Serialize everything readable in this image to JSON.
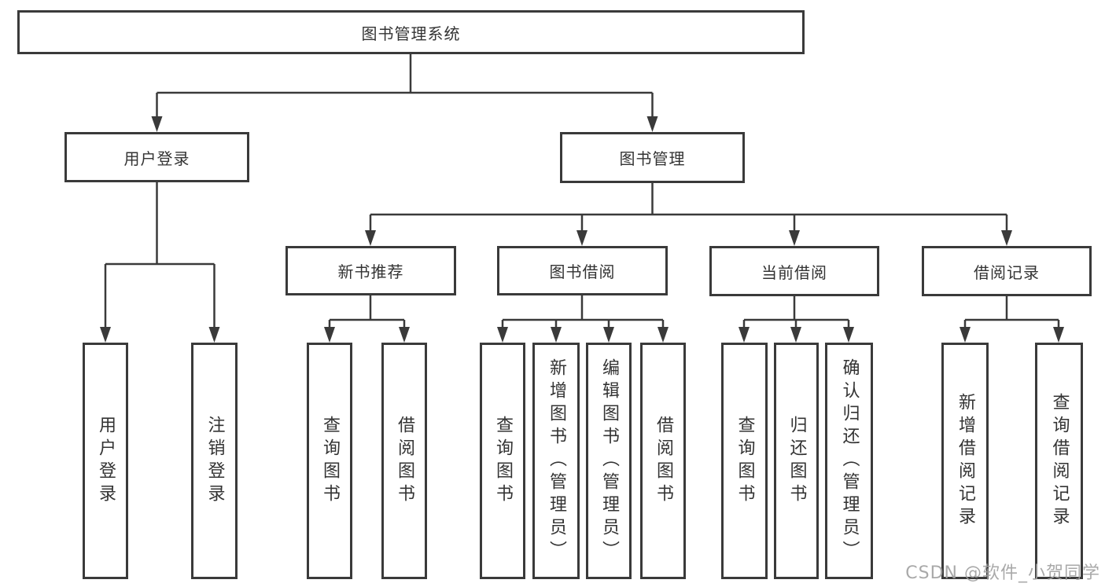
{
  "diagram": {
    "root": {
      "label": "图书管理系统"
    },
    "level2": {
      "user_login": {
        "label": "用户登录"
      },
      "book_mgmt": {
        "label": "图书管理"
      }
    },
    "level3": {
      "new_book_rec": {
        "label": "新书推荐"
      },
      "book_borrow": {
        "label": "图书借阅"
      },
      "current_borrow": {
        "label": "当前借阅"
      },
      "borrow_record": {
        "label": "借阅记录"
      }
    },
    "leaves": {
      "user_login": {
        "label": "用户登录"
      },
      "logout": {
        "label": "注销登录"
      },
      "query_book_rec": {
        "label": "查询图书"
      },
      "borrow_book_rec": {
        "label": "借阅图书"
      },
      "query_book_borrow": {
        "label": "查询图书"
      },
      "add_book_admin": {
        "label": "新增图书（管理员）"
      },
      "edit_book_admin": {
        "label": "编辑图书（管理员）"
      },
      "borrow_book_borrow": {
        "label": "借阅图书"
      },
      "query_book_cur": {
        "label": "查询图书"
      },
      "return_book": {
        "label": "归还图书"
      },
      "confirm_return_admin": {
        "label": "确认归还（管理员）"
      },
      "add_borrow_record": {
        "label": "新增借阅记录"
      },
      "query_borrow_record": {
        "label": "查询借阅记录"
      }
    },
    "watermark": "CSDN @软件_小贺同学",
    "colors": {
      "line": "#3a3a3a",
      "text": "#333333",
      "watermark": "#a0a0a0",
      "background": "#ffffff"
    }
  }
}
